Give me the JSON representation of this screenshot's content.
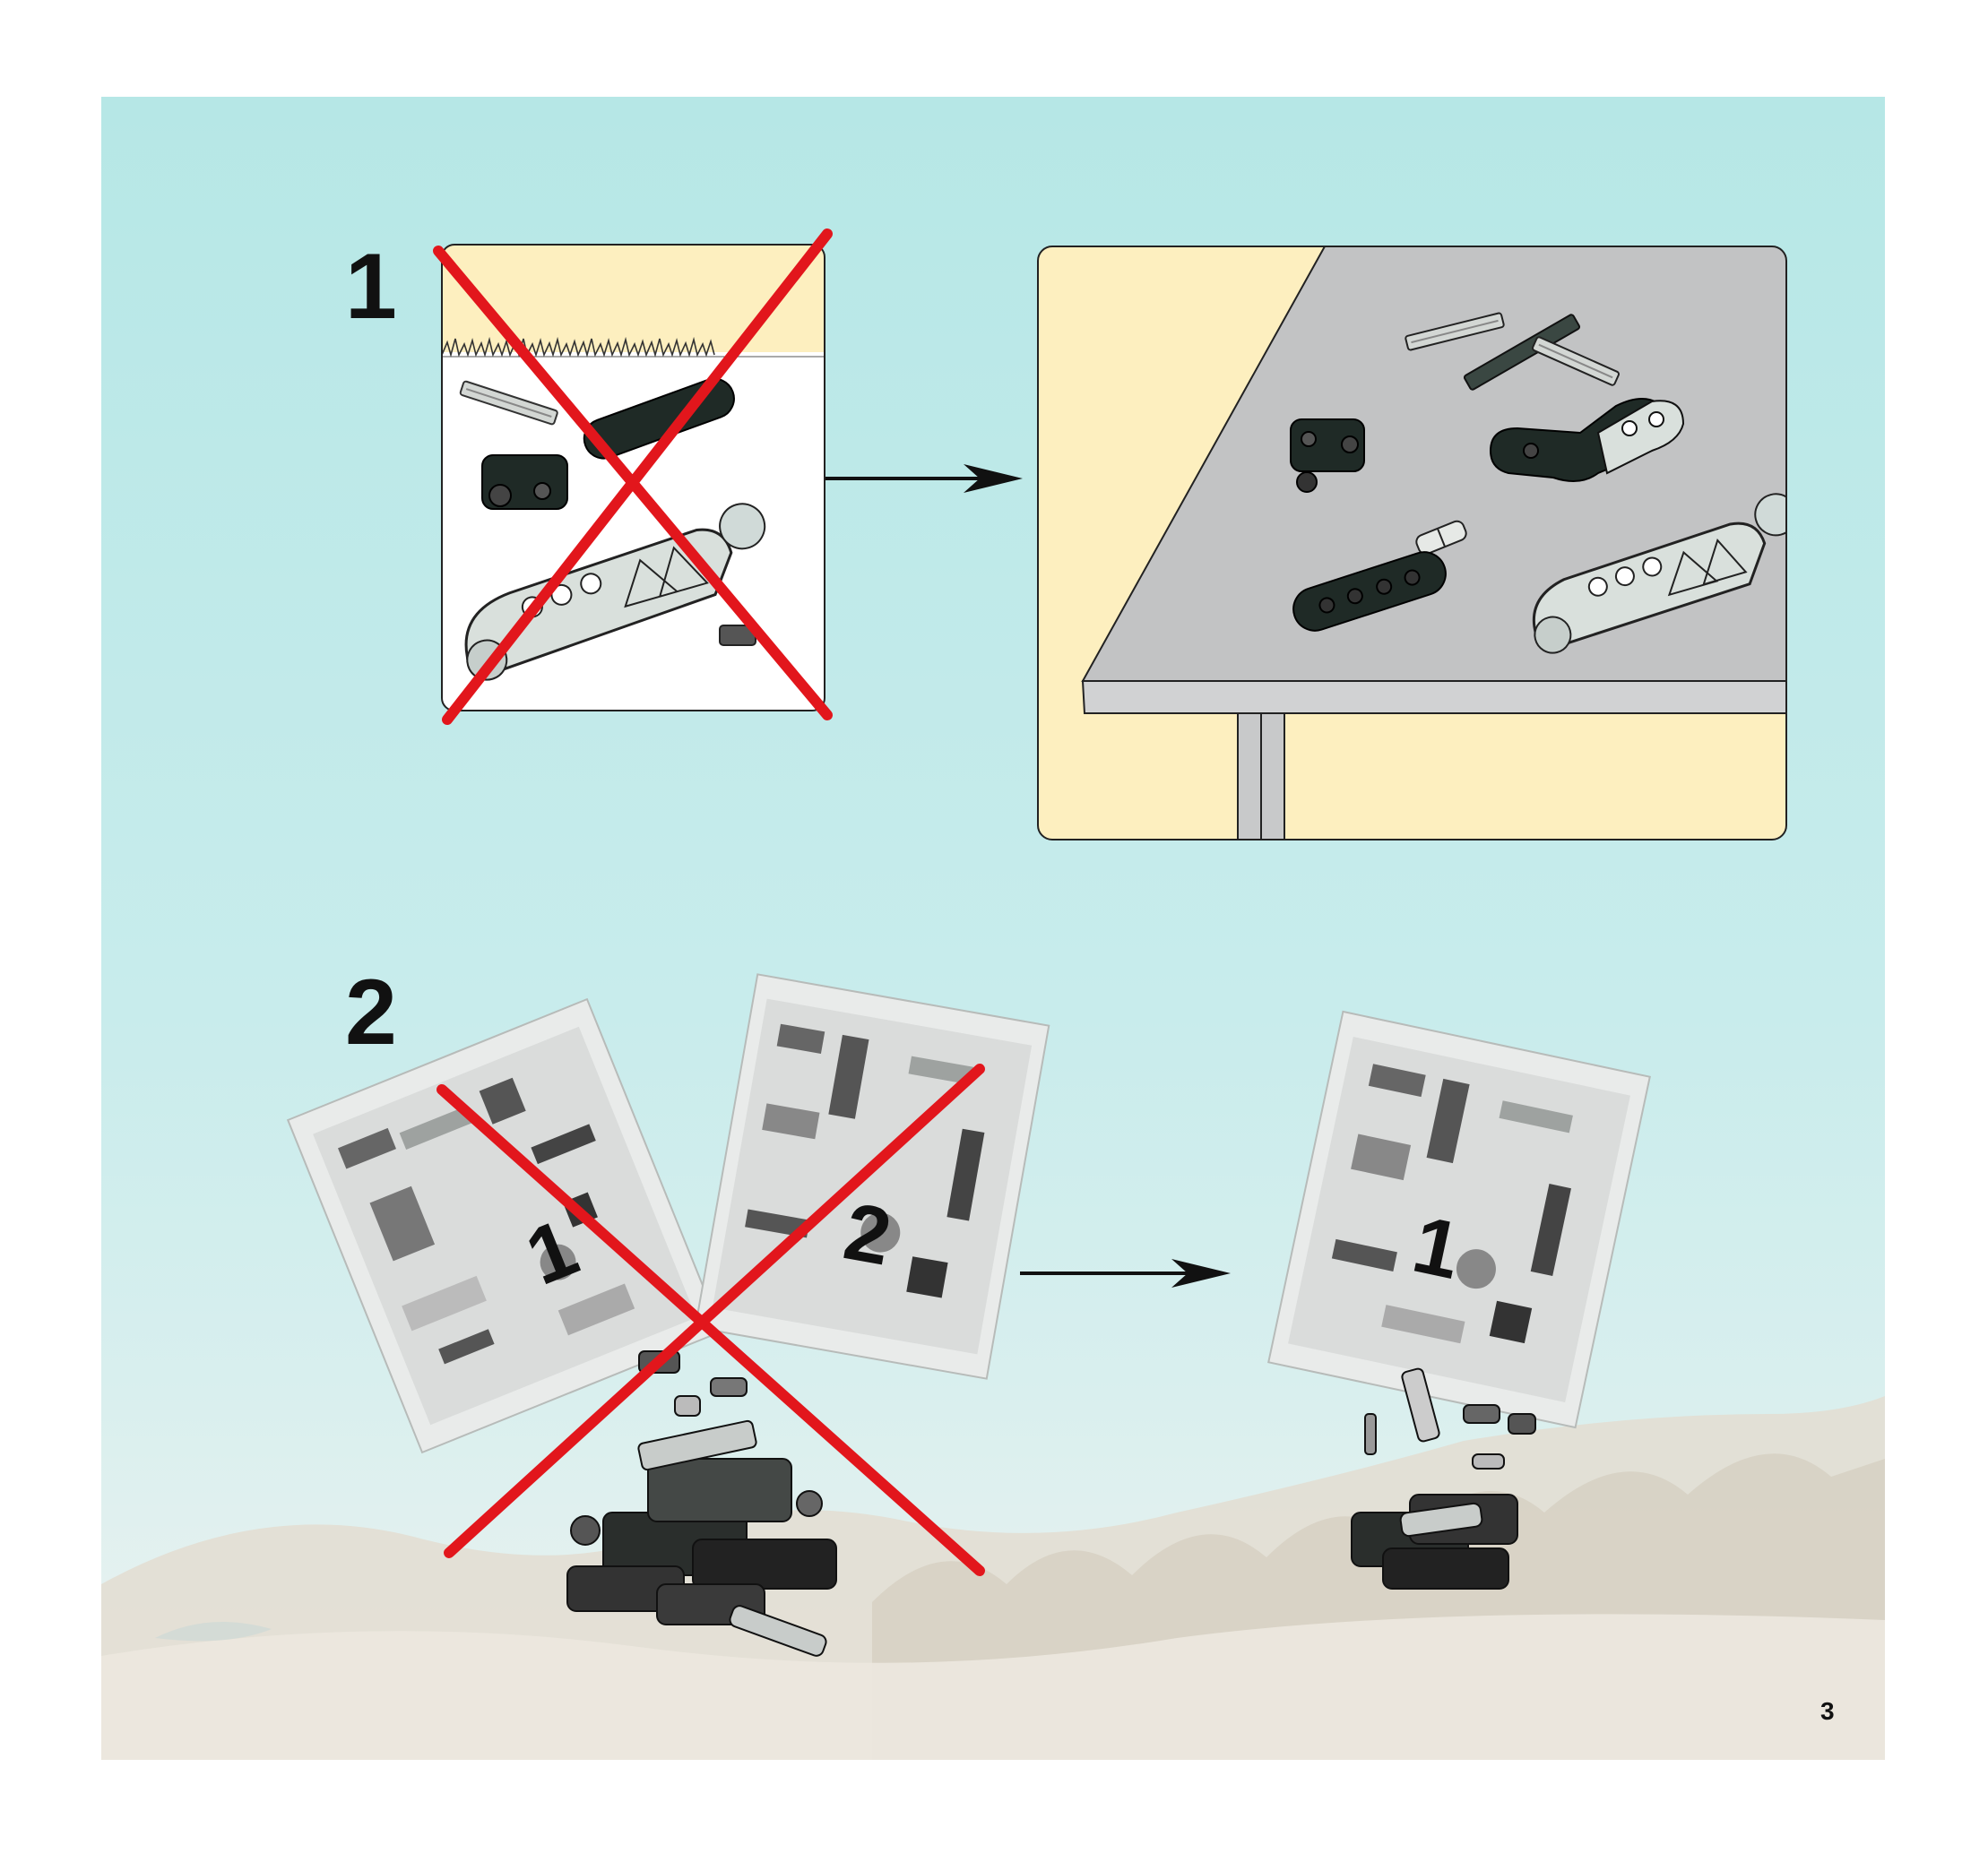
{
  "steps": [
    {
      "number": "1"
    },
    {
      "number": "2"
    }
  ],
  "bags": {
    "wrong_left_label": "1",
    "wrong_right_label": "2",
    "right_label": "1"
  },
  "page_number": "3",
  "colors": {
    "background_top": "#b6e7e6",
    "panel_cream": "#fdefbf",
    "table_gray": "#c2c3c4",
    "cross_red": "#e2161c",
    "dark_part": "#1f2a26",
    "light_part": "#d9e0dc"
  }
}
